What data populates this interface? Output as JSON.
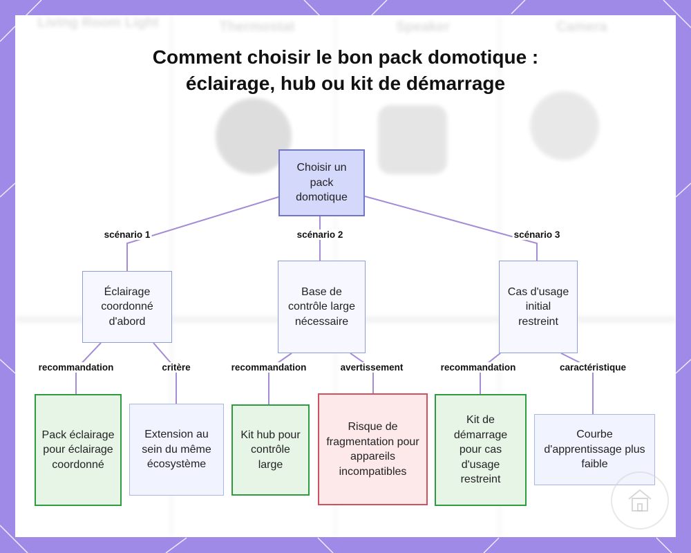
{
  "diagram": {
    "title": "Comment choisir le bon pack domotique : éclairage, hub ou kit de démarrage",
    "root": {
      "label": "Choisir un pack domotique"
    },
    "branches": [
      {
        "edge_label": "scénario 1",
        "node": {
          "label": "Éclairage coordonné d'abord"
        },
        "children": [
          {
            "edge_label": "recommandation",
            "label": "Pack éclairage pour éclairage coordonné",
            "kind": "recommendation"
          },
          {
            "edge_label": "critère",
            "label": "Extension au sein du même écosystème",
            "kind": "note"
          }
        ]
      },
      {
        "edge_label": "scénario 2",
        "node": {
          "label": "Base de contrôle large nécessaire"
        },
        "children": [
          {
            "edge_label": "recommandation",
            "label": "Kit hub pour contrôle large",
            "kind": "recommendation"
          },
          {
            "edge_label": "avertissement",
            "label": "Risque de fragmentation pour appareils incompatibles",
            "kind": "warning"
          }
        ]
      },
      {
        "edge_label": "scénario 3",
        "node": {
          "label": "Cas d'usage initial restreint"
        },
        "children": [
          {
            "edge_label": "recommandation",
            "label": "Kit de démarrage pour cas d'usage restreint",
            "kind": "recommendation"
          },
          {
            "edge_label": "caractéristique",
            "label": "Courbe d'apprentissage plus faible",
            "kind": "note"
          }
        ]
      }
    ]
  },
  "background_ghost": {
    "columns": [
      "Living Room Light",
      "Thermostat",
      "Speaker",
      "Camera"
    ]
  },
  "colors": {
    "frame_background": "#a08ae8",
    "edge_line": "#a58bd6",
    "root_fill": "#d4d8fb",
    "recommendation_border": "#2e9b40",
    "warning_border": "#d05060"
  }
}
